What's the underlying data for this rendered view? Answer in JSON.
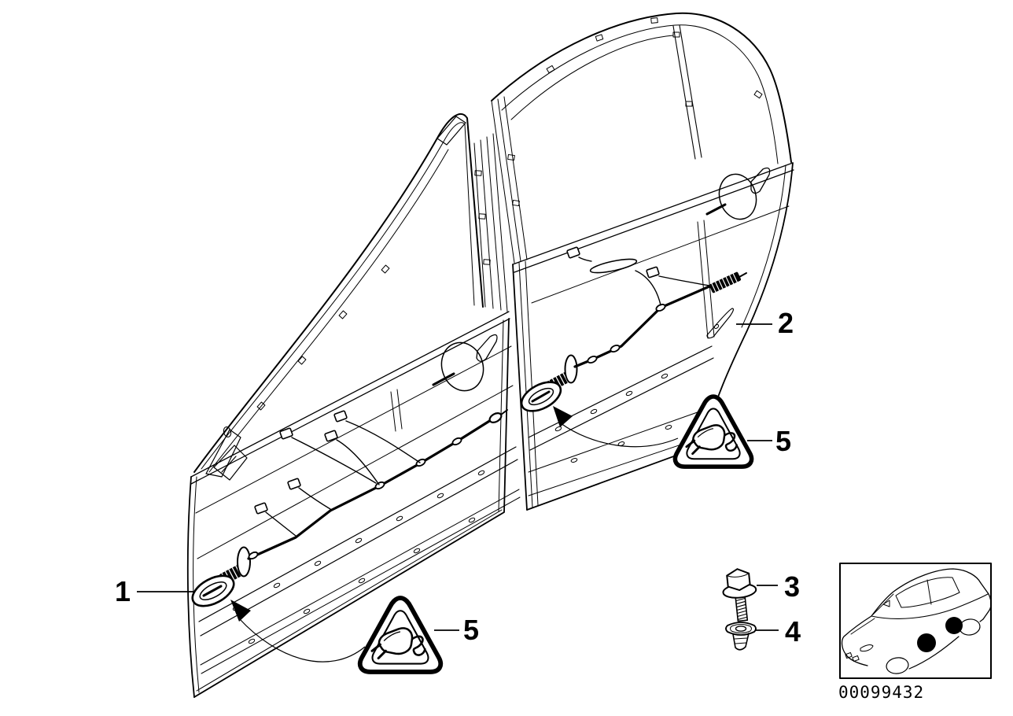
{
  "colors": {
    "background": "#ffffff",
    "line": "#000000"
  },
  "callouts": {
    "front_door_harness": {
      "label": "1"
    },
    "rear_door_harness": {
      "label": "2"
    },
    "bolt": {
      "label": "3"
    },
    "clip": {
      "label": "4"
    },
    "warning_front_door": {
      "label": "5"
    },
    "warning_rear_door": {
      "label": "5"
    }
  },
  "thumbnail": {
    "image_number": "00099432"
  },
  "icons": {
    "warning_triangle": "electrical-plug-warning-triangle-icon",
    "bolt": "hex-flange-bolt-icon",
    "clip": "expansion-rivet-clip-icon",
    "direction_arrow": "fitting-direction-arrow-icon",
    "car_thumbnail": "car-with-door-markers-icon"
  }
}
